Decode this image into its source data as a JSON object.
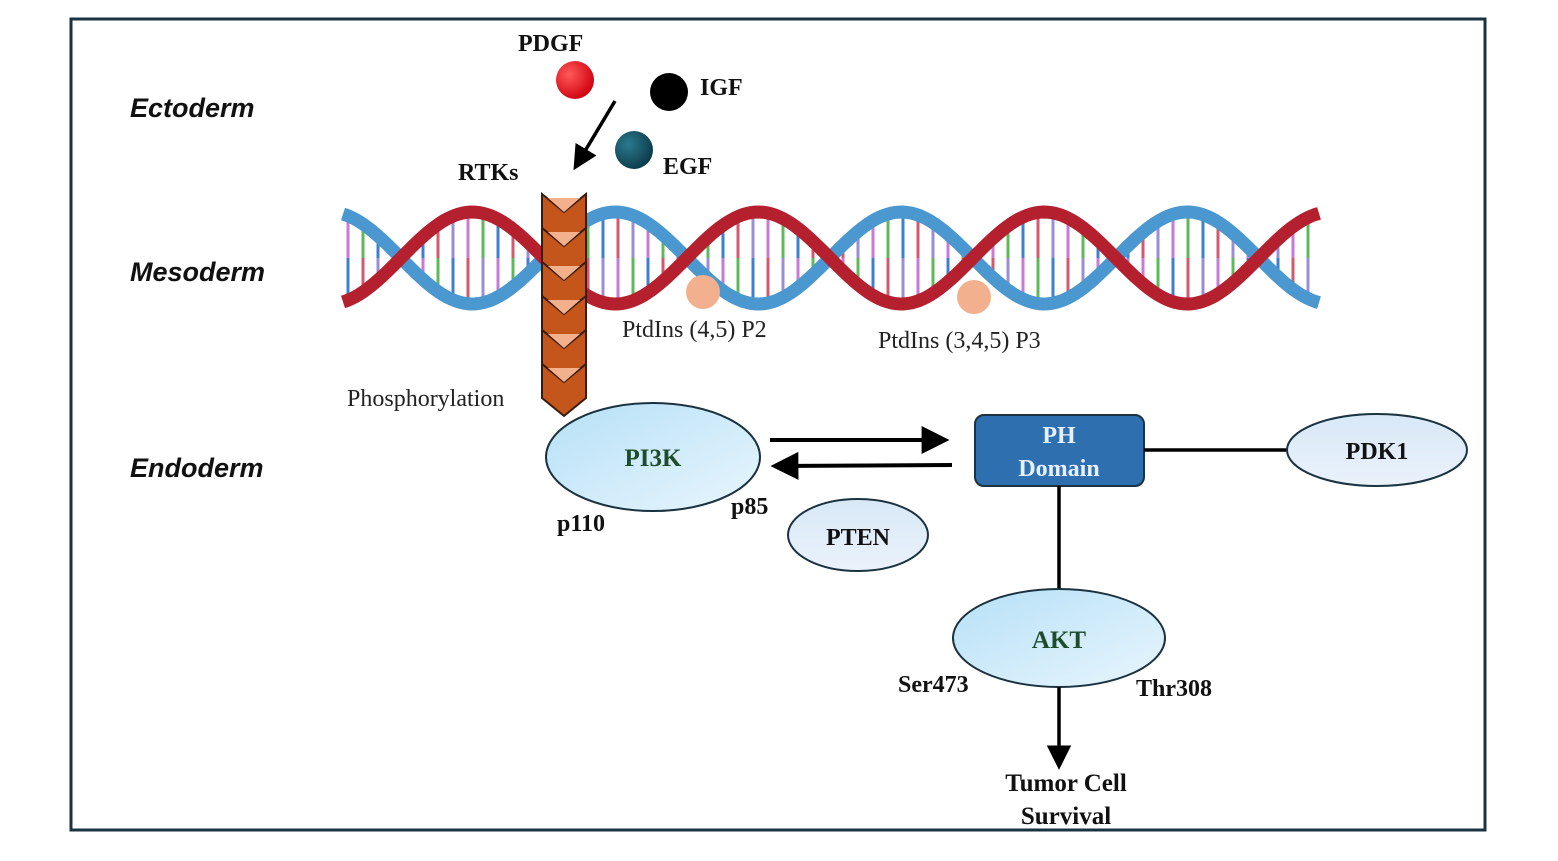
{
  "layers": {
    "ectoderm": "Ectoderm",
    "mesoderm": "Mesoderm",
    "endoderm": "Endoderm"
  },
  "ligands": {
    "pdgf": {
      "label": "PDGF",
      "color": "#e30613"
    },
    "igf": {
      "label": "IGF",
      "color": "#000000"
    },
    "egf": {
      "label": "EGF",
      "color": "#0e4a5c"
    }
  },
  "receptor": {
    "rtks": "RTKs",
    "phosphorylation": "Phosphorylation",
    "color": "#c4561c"
  },
  "lipids": {
    "pip2": "PtdIns (4,5) P2",
    "pip3": "PtdIns (3,4,5) P3",
    "dot_color": "#f2b08e"
  },
  "pi3k": {
    "label": "PI3K",
    "p110": "p110",
    "p85": "p85"
  },
  "pten": {
    "label": "PTEN"
  },
  "ph_domain": {
    "line1": "PH",
    "line2": "Domain",
    "color": "#2e6fb0"
  },
  "pdk1": {
    "label": "PDK1"
  },
  "akt": {
    "label": "AKT",
    "ser": "Ser473",
    "thr": "Thr308"
  },
  "outcome": {
    "line1": "Tumor Cell",
    "line2": "Survival"
  },
  "colors": {
    "frame": "#1b3340",
    "dna_red": "#b5202f",
    "dna_blue": "#4a98cf"
  }
}
